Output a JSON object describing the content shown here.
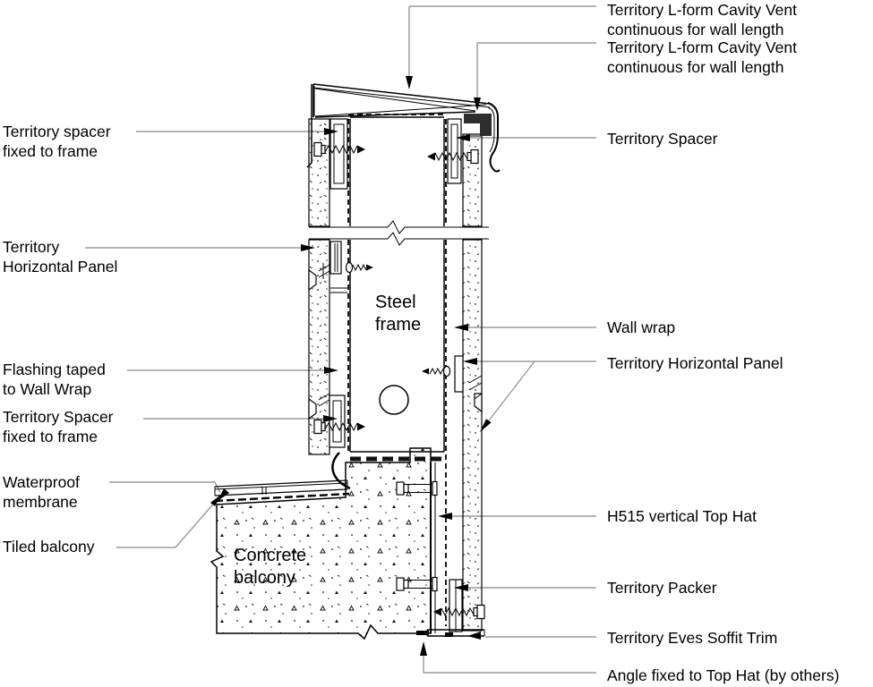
{
  "colors": {
    "background": "#ffffff",
    "line": "#000000",
    "leader": "#9a9a9a",
    "vent_fill": "#2e2e2e"
  },
  "drawing_labels": {
    "steel_frame": "Steel\nframe",
    "concrete_balcony": "Concrete\nbalcony"
  },
  "left_labels": [
    {
      "id": "territory-spacer-top",
      "text": "Territory spacer\nfixed to frame"
    },
    {
      "id": "territory-horizontal-panel-left",
      "text": "Territory\nHorizontal Panel"
    },
    {
      "id": "flashing-taped",
      "text": "Flashing taped\nto Wall Wrap"
    },
    {
      "id": "territory-spacer-mid",
      "text": "Territory Spacer\nfixed to frame"
    },
    {
      "id": "waterproof-membrane",
      "text": "Waterproof\nmembrane"
    },
    {
      "id": "tiled-balcony",
      "text": "Tiled balcony"
    }
  ],
  "right_labels": [
    {
      "id": "cavity-vent-1",
      "text": "Territory L-form Cavity Vent\ncontinuous for wall length"
    },
    {
      "id": "cavity-vent-2",
      "text": "Territory L-form Cavity Vent\ncontinuous for wall length"
    },
    {
      "id": "territory-spacer-right",
      "text": "Territory Spacer"
    },
    {
      "id": "wall-wrap",
      "text": "Wall wrap"
    },
    {
      "id": "territory-horizontal-panel-right",
      "text": "Territory Horizontal Panel"
    },
    {
      "id": "h515-top-hat",
      "text": "H515 vertical Top Hat"
    },
    {
      "id": "territory-packer",
      "text": "Territory Packer"
    },
    {
      "id": "eves-soffit-trim",
      "text": "Territory Eves Soffit Trim"
    },
    {
      "id": "angle-top-hat",
      "text": "Angle fixed to Top Hat (by others)"
    }
  ]
}
